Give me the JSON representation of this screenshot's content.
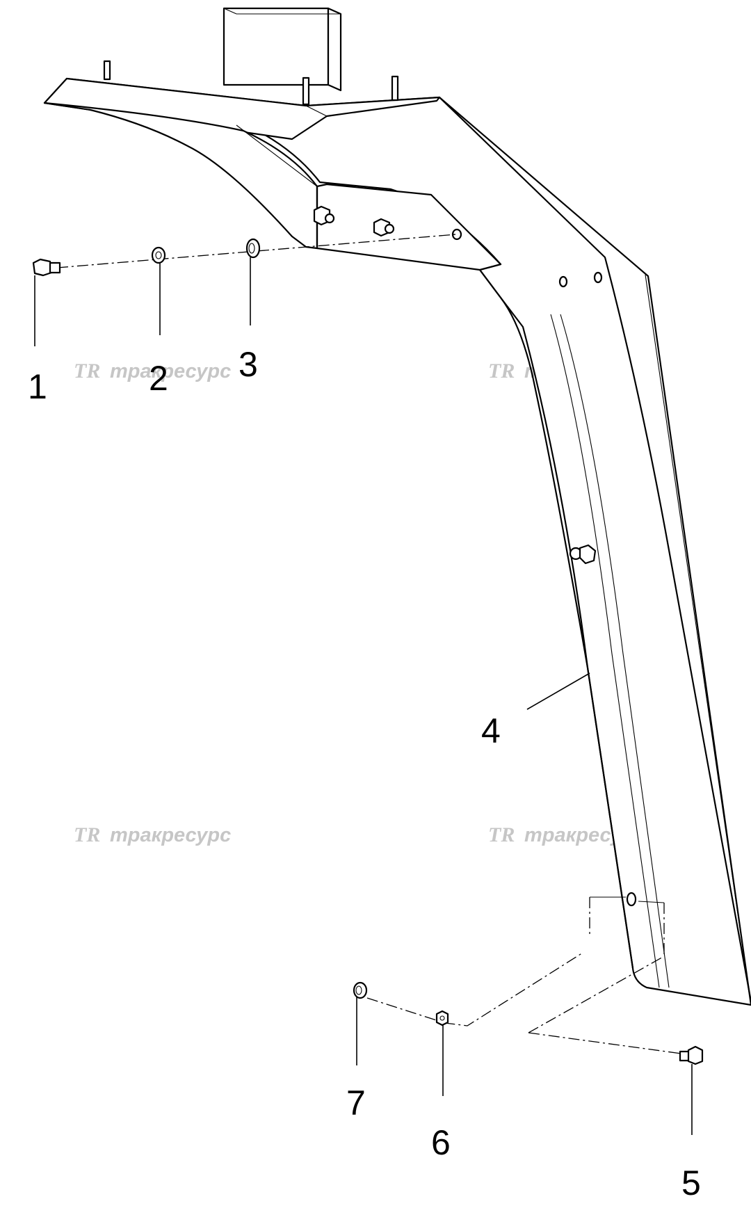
{
  "callouts": [
    {
      "id": "1",
      "label": "1"
    },
    {
      "id": "2",
      "label": "2"
    },
    {
      "id": "3",
      "label": "3"
    },
    {
      "id": "4",
      "label": "4"
    },
    {
      "id": "5",
      "label": "5"
    },
    {
      "id": "6",
      "label": "6"
    },
    {
      "id": "7",
      "label": "7"
    }
  ],
  "watermark": {
    "mark": "TR",
    "text": "тракресурс",
    "color": "#c6c6c6"
  },
  "colors": {
    "line": "#000000",
    "background": "#ffffff"
  }
}
